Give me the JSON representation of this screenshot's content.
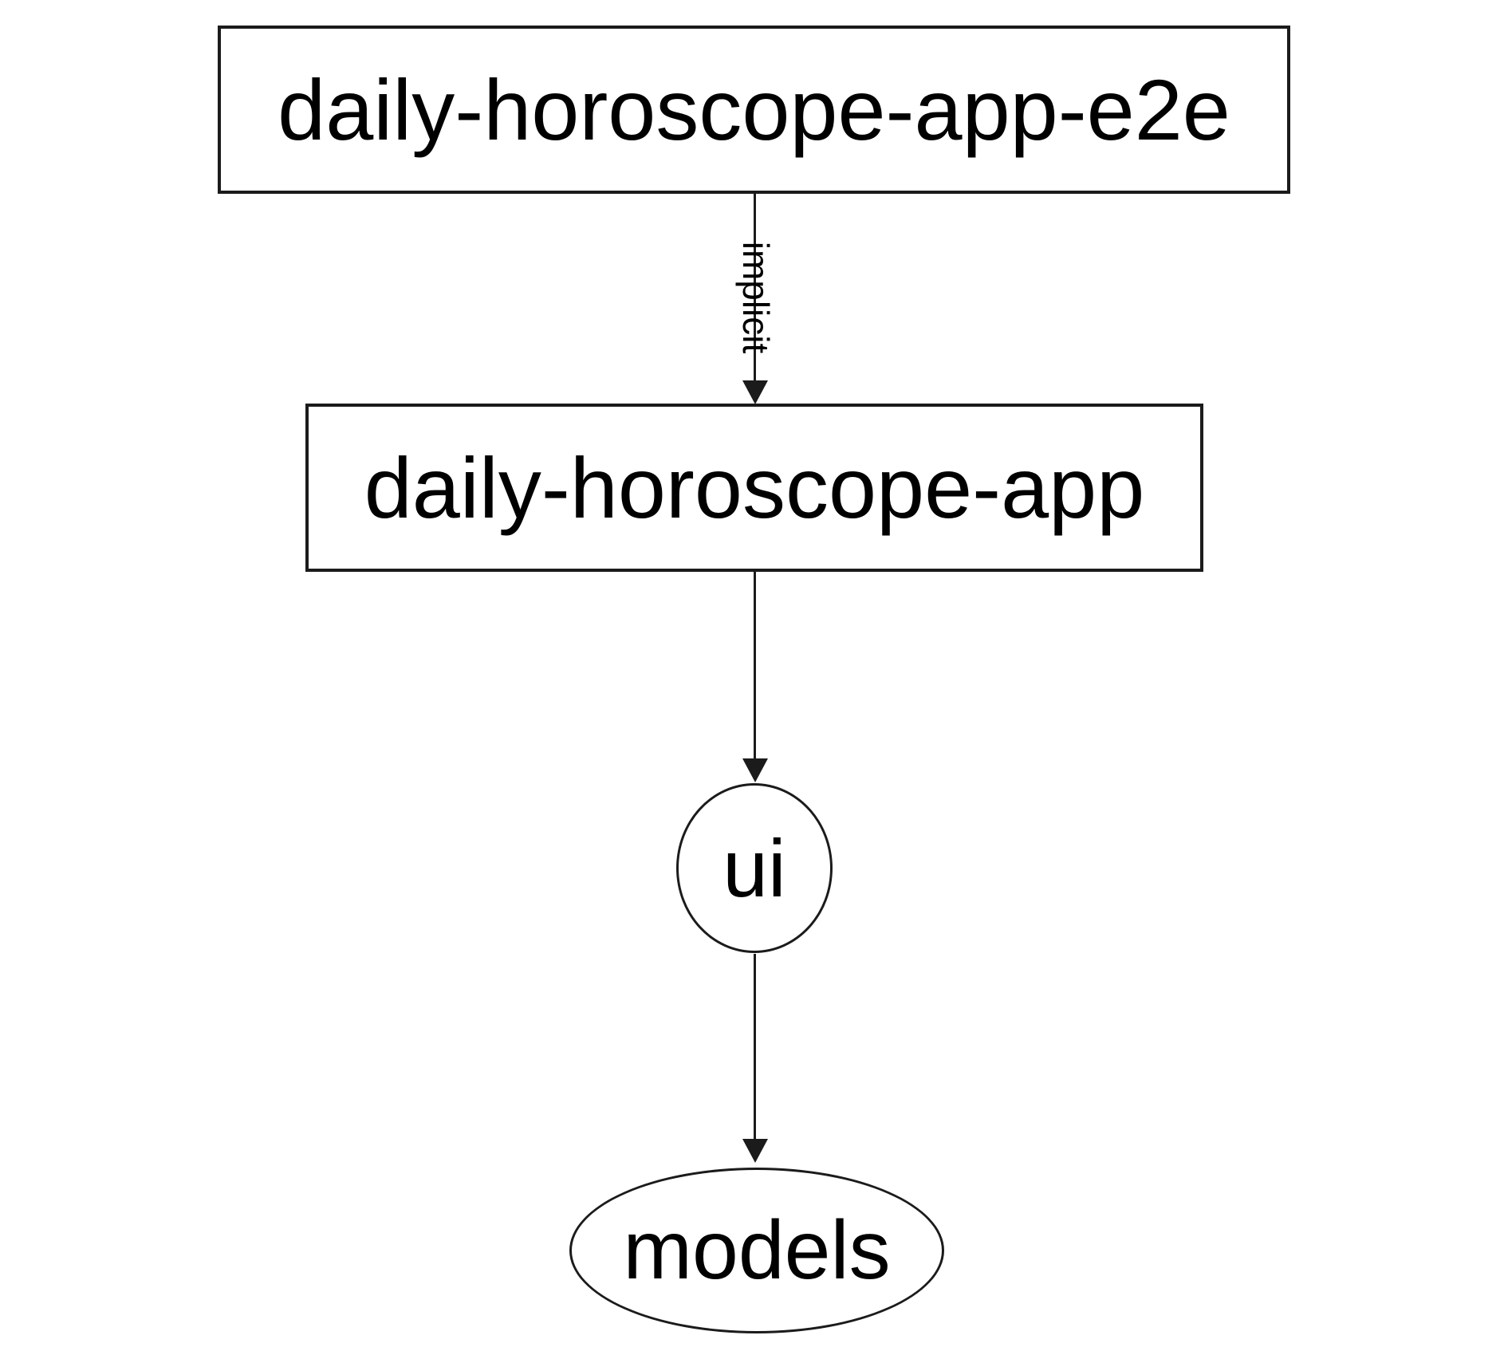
{
  "diagram": {
    "background_color": "#ffffff",
    "node_fill_color": "#ffffff",
    "stroke_color": "#1b1b1b",
    "text_color": "#000000",
    "nodes": [
      {
        "label": "daily-horoscope-app-e2e",
        "shape": "rect"
      },
      {
        "label": "daily-horoscope-app",
        "shape": "rect"
      },
      {
        "label": "ui",
        "shape": "ellipse"
      },
      {
        "label": "models",
        "shape": "ellipse"
      }
    ],
    "edges": [
      {
        "from": "daily-horoscope-app-e2e",
        "to": "daily-horoscope-app",
        "label": "implicit",
        "style": "solid",
        "arrow": "filled-triangle"
      },
      {
        "from": "daily-horoscope-app",
        "to": "ui",
        "label": "",
        "style": "solid",
        "arrow": "filled-triangle"
      },
      {
        "from": "ui",
        "to": "models",
        "label": "",
        "style": "solid",
        "arrow": "filled-triangle"
      }
    ]
  }
}
